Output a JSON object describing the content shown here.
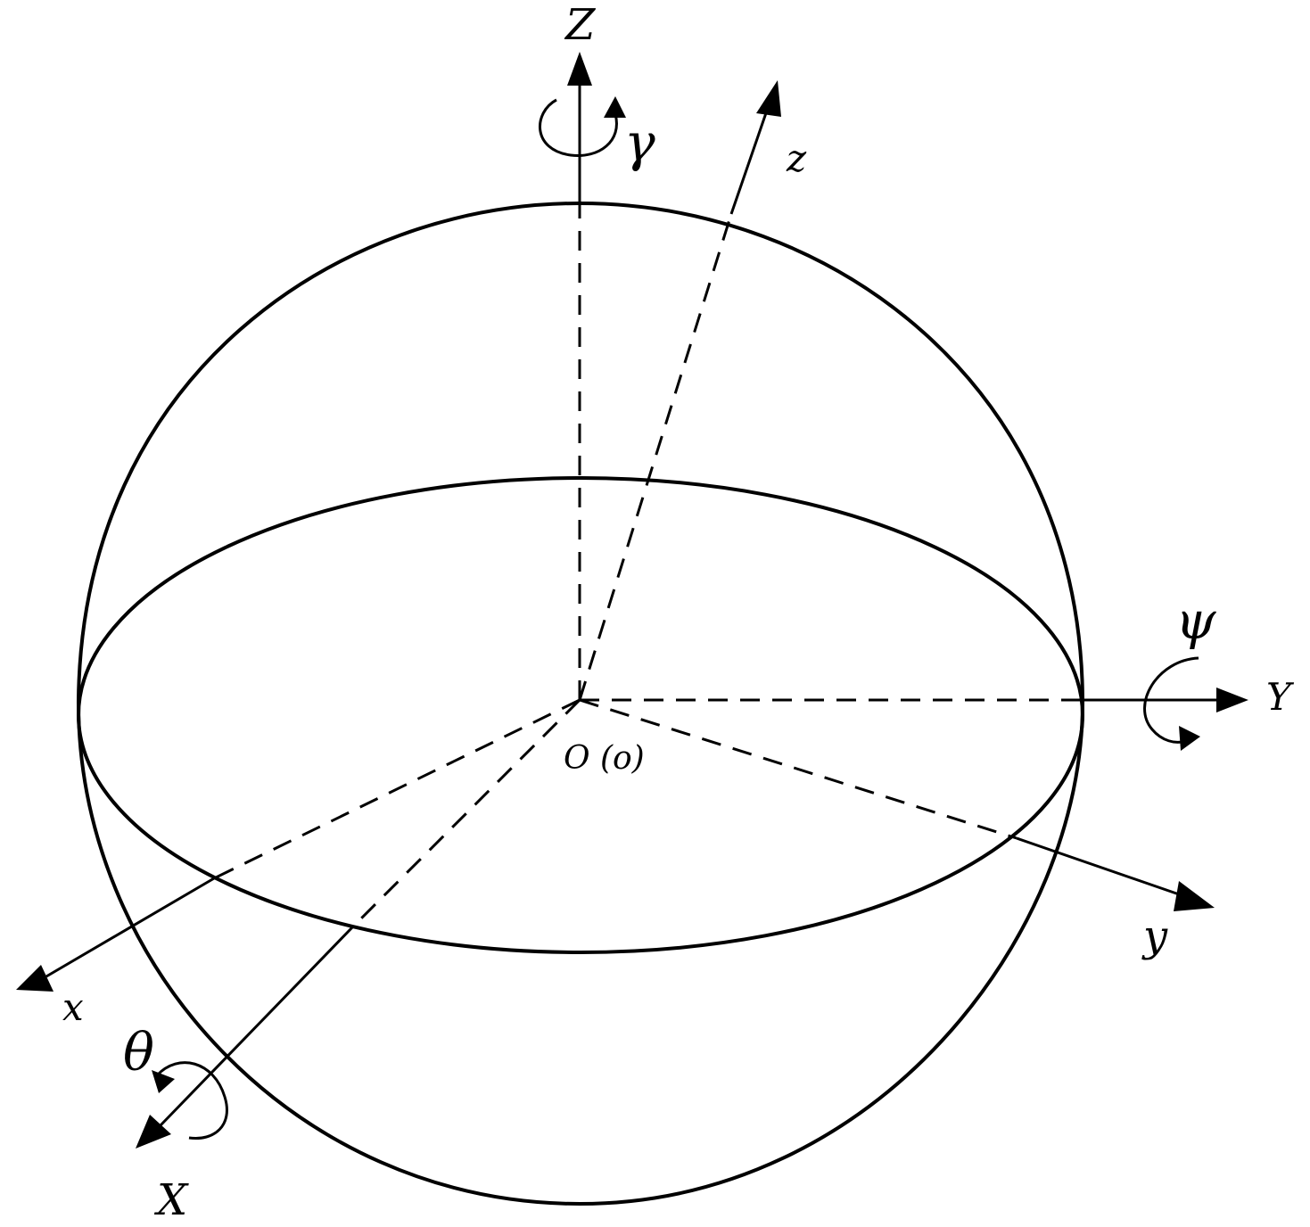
{
  "labels": {
    "axis_Z_fixed": "Z",
    "axis_Y_fixed": "Y",
    "axis_X_fixed": "X",
    "axis_z_body": "z",
    "axis_y_body": "y",
    "axis_x_body": "x",
    "origin": "O (o)",
    "rotation_gamma": "γ",
    "rotation_psi": "ψ",
    "rotation_theta": "θ"
  },
  "colors": {
    "stroke": "#000000",
    "background": "#ffffff"
  }
}
